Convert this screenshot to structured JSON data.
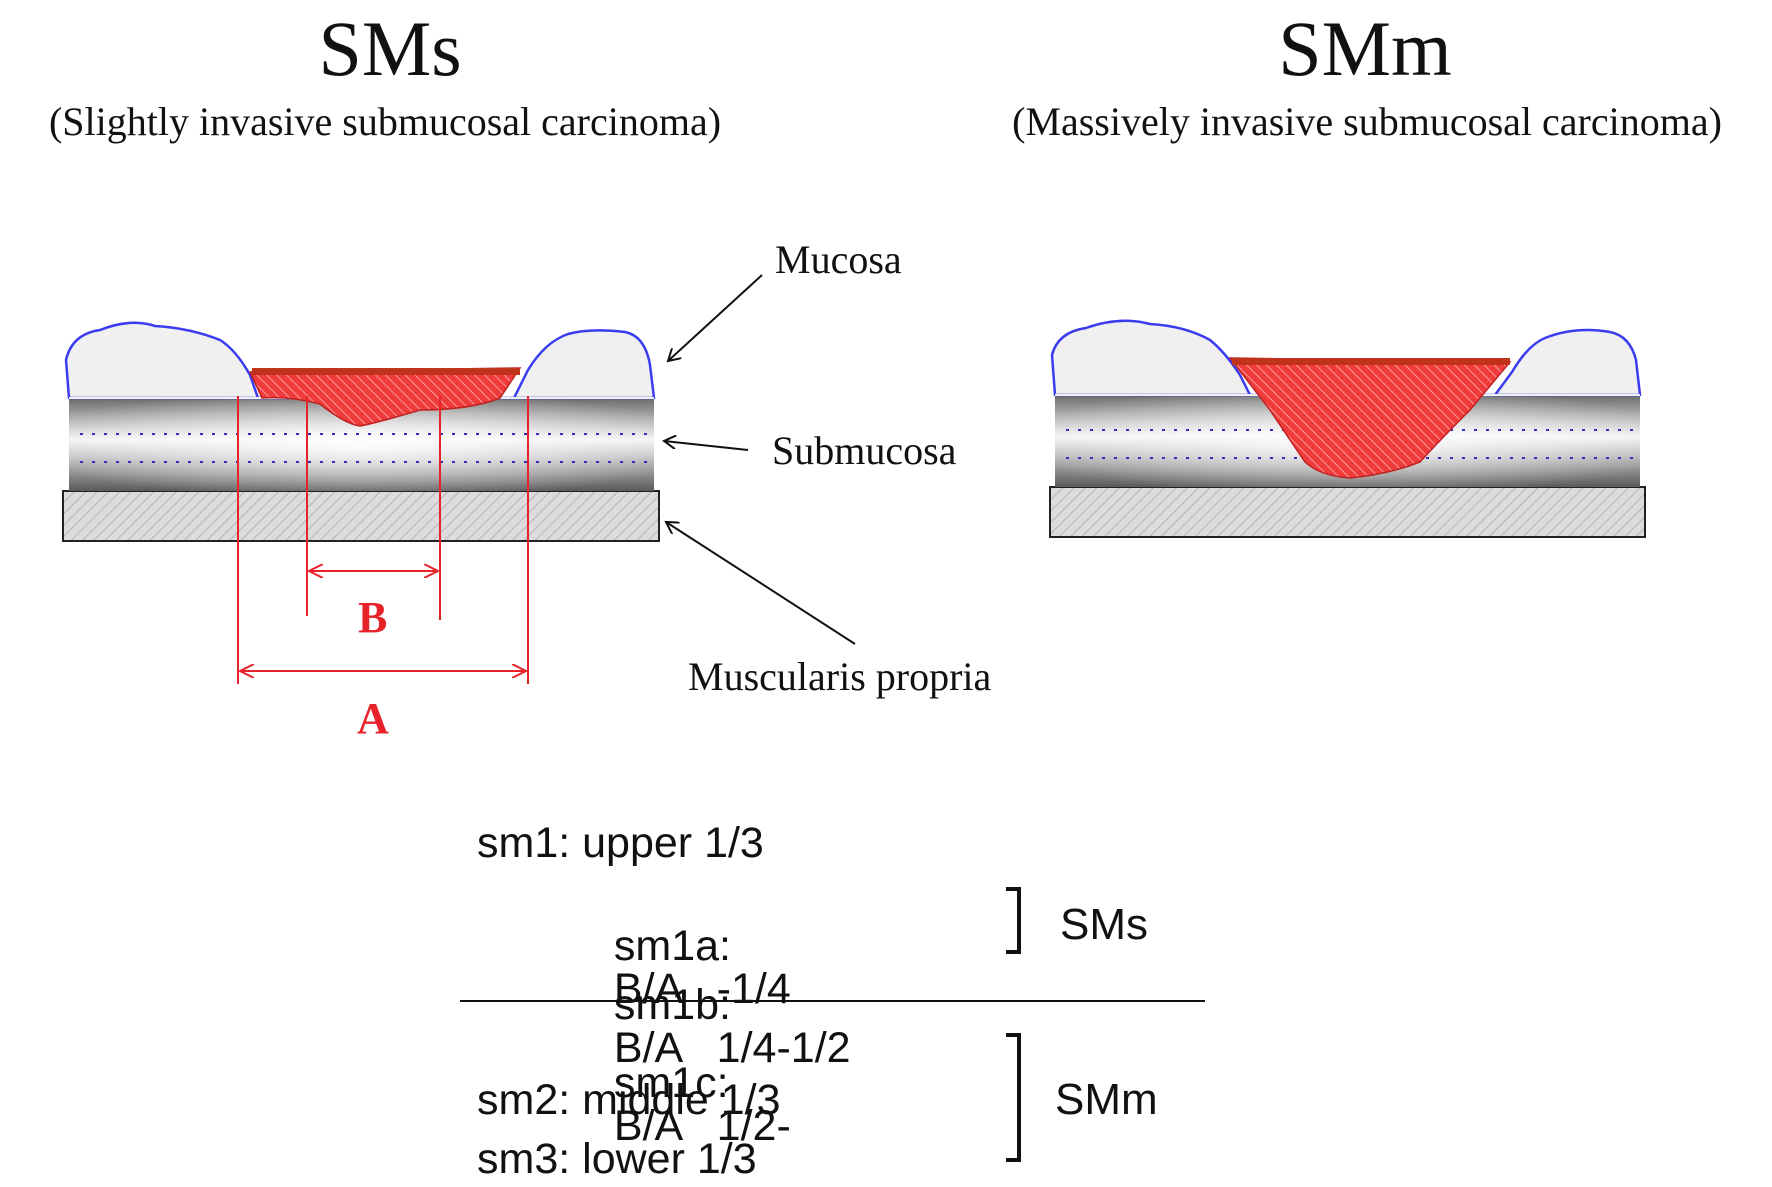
{
  "sms": {
    "title": "SMs",
    "subtitle": "(Slightly invasive submucosal carcinoma)"
  },
  "smm": {
    "title": "SMm",
    "subtitle": "(Massively invasive submucosal carcinoma)"
  },
  "layers": {
    "mucosa": "Mucosa",
    "submucosa": "Submucosa",
    "muscularis": "Muscularis propria"
  },
  "dimensions": {
    "a": "A",
    "b": "B"
  },
  "classification": {
    "rows": [
      {
        "code": "sm1:",
        "desc": "upper 1/3"
      },
      {
        "code": "sm1a:",
        "desc": "B/A   -1/4"
      },
      {
        "code": "sm1b:",
        "desc": "B/A   1/4-1/2"
      },
      {
        "code": "sm1c:",
        "desc": "B/A   1/2-"
      },
      {
        "code": "sm2:",
        "desc": "middle 1/3"
      },
      {
        "code": "sm3:",
        "desc": "lower 1/3"
      }
    ],
    "group_sms": "SMs",
    "group_smm": "SMm"
  },
  "colors": {
    "tumor": "#e8222b",
    "mucosa_outline": "#3b3bf0",
    "dimension": "#e8222b"
  }
}
